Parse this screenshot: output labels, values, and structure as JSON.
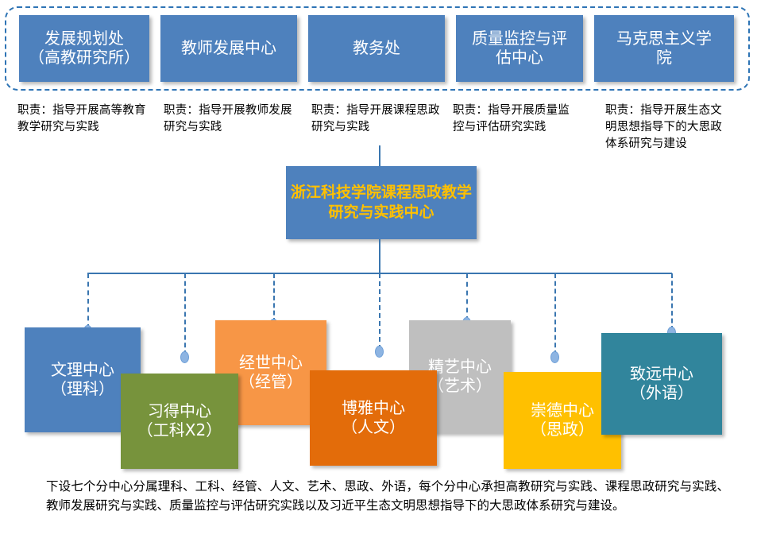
{
  "colors": {
    "blue": "#4E81BD",
    "green": "#77933C",
    "light_orange": "#F79646",
    "dark_orange": "#E36C0A",
    "gray": "#BFBFBF",
    "yellow": "#FFC000",
    "teal": "#31859C",
    "accent_text": "#FFC000",
    "connector": "#3A76B0",
    "dashed_border": "#2E74B5"
  },
  "top_row": {
    "units": [
      {
        "label": "发展规划处\n（高教研究所）"
      },
      {
        "label": "教师发展中心"
      },
      {
        "label": "教务处"
      },
      {
        "label": "质量监控与评\n估中心"
      },
      {
        "label": "马克思主义学\n院"
      }
    ],
    "captions": [
      {
        "text": "职责：指导开展高等教育教学研究与实践"
      },
      {
        "text": "职责：指导开展教师发展研究与实践"
      },
      {
        "text": "职责：指导开展课程思政研究与实践"
      },
      {
        "text": "职责：指导开展质量监控与评估研究实践"
      },
      {
        "text": "职责：指导开展生态文明思想指导下的大思政体系研究与建设"
      }
    ]
  },
  "center": {
    "title": "浙江科技学院课程思政教学研究与实践中心"
  },
  "sub_centers": [
    {
      "name": "文理中心",
      "field": "（理科）",
      "color": "#4E81BD"
    },
    {
      "name": "习得中心",
      "field": "（工科X2）",
      "color": "#77933C"
    },
    {
      "name": "经世中心",
      "field": "（经管）",
      "color": "#F79646"
    },
    {
      "name": "博雅中心",
      "field": "（人文）",
      "color": "#E36C0A"
    },
    {
      "name": "精艺中心",
      "field": "（艺术）",
      "color": "#BFBFBF"
    },
    {
      "name": "崇德中心",
      "field": "（思政）",
      "color": "#FFC000"
    },
    {
      "name": "致远中心",
      "field": "（外语）",
      "color": "#31859C"
    }
  ],
  "footer": {
    "note": "下设七个分中心分属理科、工科、经管、人文、艺术、思政、外语，每个分中心承担高教研究与实践、课程思政研究与实践、教师发展研究与实践、质量监控与评估研究实践以及习近平生态文明思想指导下的大思政体系研究与建设。"
  }
}
